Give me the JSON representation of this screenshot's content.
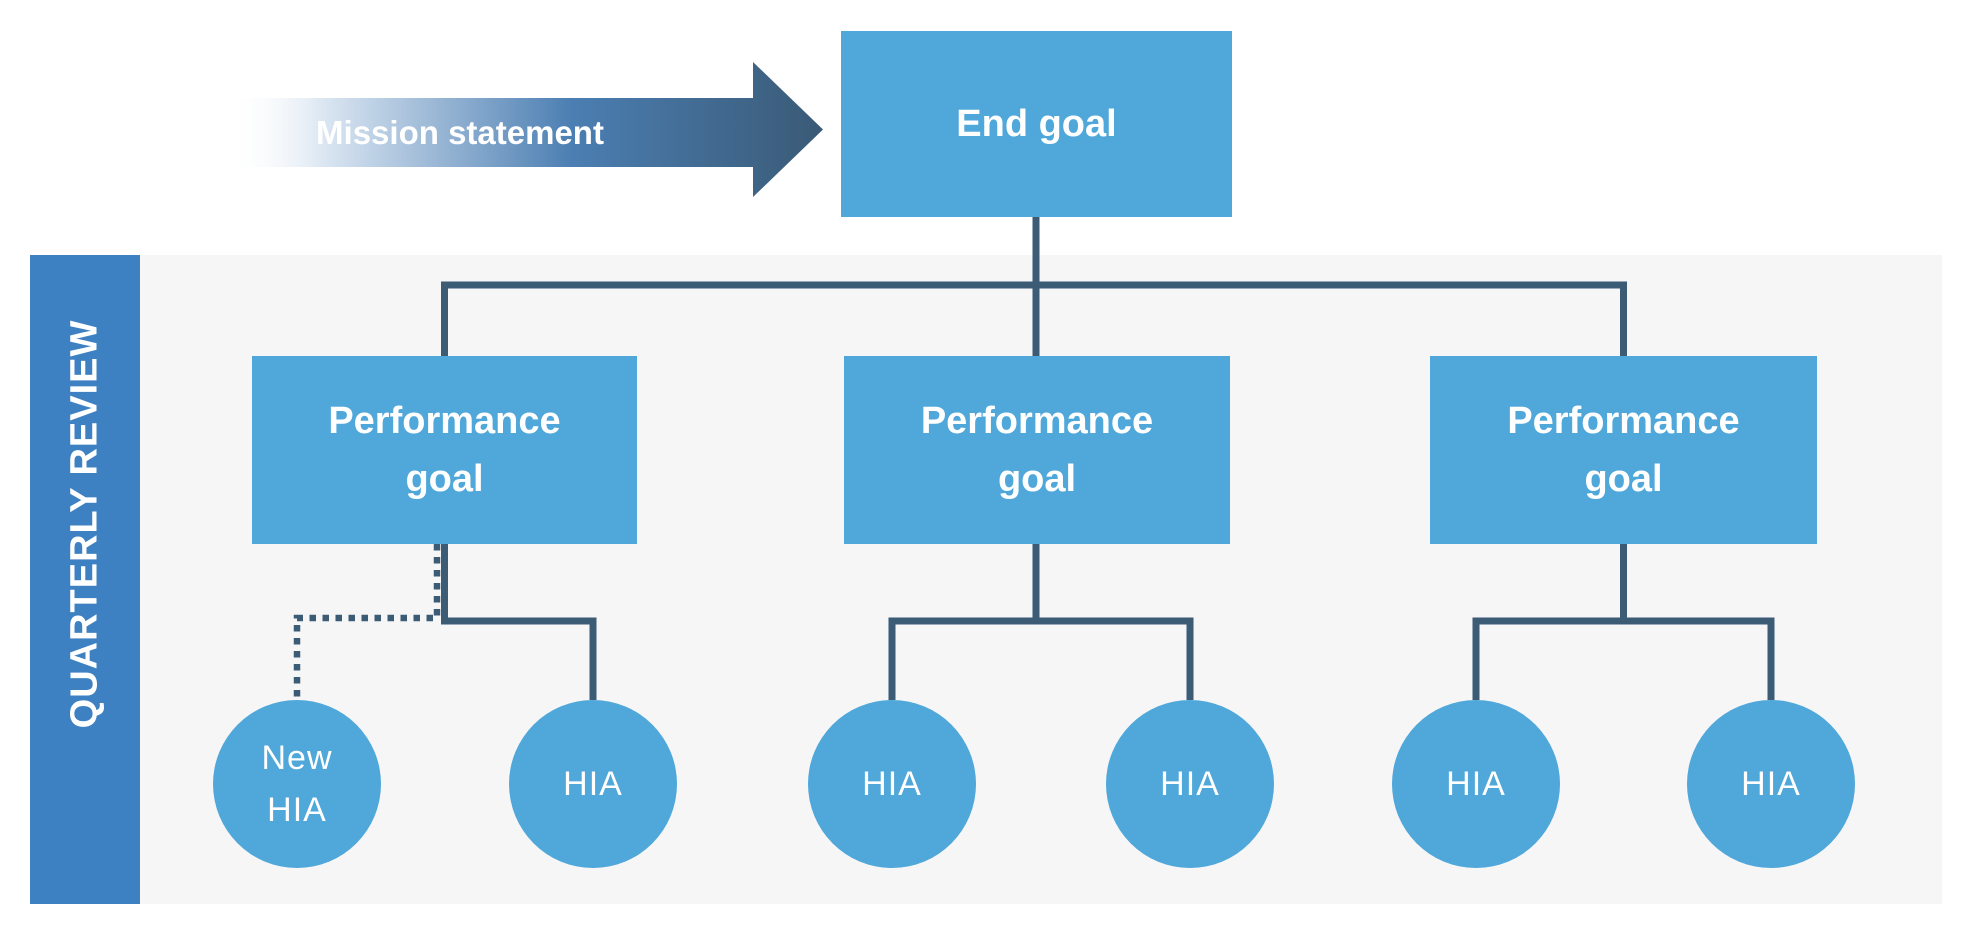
{
  "mission": {
    "label": "Mission statement"
  },
  "end_goal": {
    "label": "End goal"
  },
  "review_band": {
    "label": "QUARTERLY REVIEW"
  },
  "groups": [
    {
      "goal_label": "Performance goal",
      "children": [
        {
          "label": "New HIA",
          "connector": "dotted"
        },
        {
          "label": "HIA",
          "connector": "solid"
        }
      ]
    },
    {
      "goal_label": "Performance goal",
      "children": [
        {
          "label": "HIA",
          "connector": "solid"
        },
        {
          "label": "HIA",
          "connector": "solid"
        }
      ]
    },
    {
      "goal_label": "Performance goal",
      "children": [
        {
          "label": "HIA",
          "connector": "solid"
        },
        {
          "label": "HIA",
          "connector": "solid"
        }
      ]
    }
  ],
  "colors": {
    "node_blue": "#4fa7da",
    "band_blue": "#3e81c3",
    "panel_gray": "#f6f6f7",
    "connector_dark": "#3c5b75",
    "text_white": "#ffffff"
  }
}
